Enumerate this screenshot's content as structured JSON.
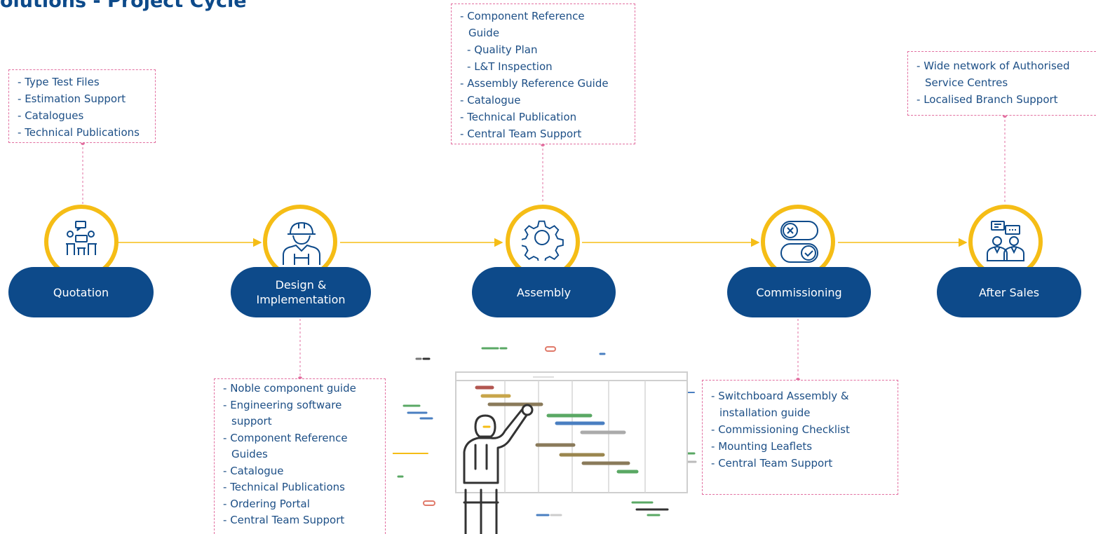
{
  "title": "olutions - Project Cycle",
  "stages": [
    {
      "label": "Quotation",
      "icon": "meeting-icon"
    },
    {
      "label": "Design & Implementation",
      "icon": "worker-icon"
    },
    {
      "label": "Assembly",
      "icon": "gear-icon"
    },
    {
      "label": "Commissioning",
      "icon": "toggle-switches-icon"
    },
    {
      "label": "After Sales",
      "icon": "support-people-icon"
    }
  ],
  "boxes": {
    "quotation": [
      "Type Test Files",
      "Estimation Support",
      "Catalogues",
      "Technical Publications"
    ],
    "design": [
      "Noble component guide",
      "Engineering software support",
      "Component Reference Guides",
      "Catalogue",
      "Technical Publications",
      "Ordering Portal",
      "Central Team Support"
    ],
    "assembly": [
      {
        "text": "Component Reference Guide",
        "sub": false
      },
      {
        "text": "Quality Plan",
        "sub": true
      },
      {
        "text": "L&T Inspection",
        "sub": true
      },
      {
        "text": "Assembly Reference Guide",
        "sub": false
      },
      {
        "text": "Catalogue",
        "sub": false
      },
      {
        "text": "Technical Publication",
        "sub": false
      },
      {
        "text": "Central Team Support",
        "sub": false
      }
    ],
    "commissioning": [
      "Switchboard Assembly & installation guide",
      "Commissioning Checklist",
      "Mounting Leaflets",
      "Central Team Support"
    ],
    "after_sales": [
      "Wide network of Authorised Service Centres",
      "Localised Branch Support"
    ]
  },
  "colors": {
    "navy": "#0d4a8a",
    "accent_yellow": "#f5bd16",
    "dashed_pink": "#e26fa0"
  }
}
